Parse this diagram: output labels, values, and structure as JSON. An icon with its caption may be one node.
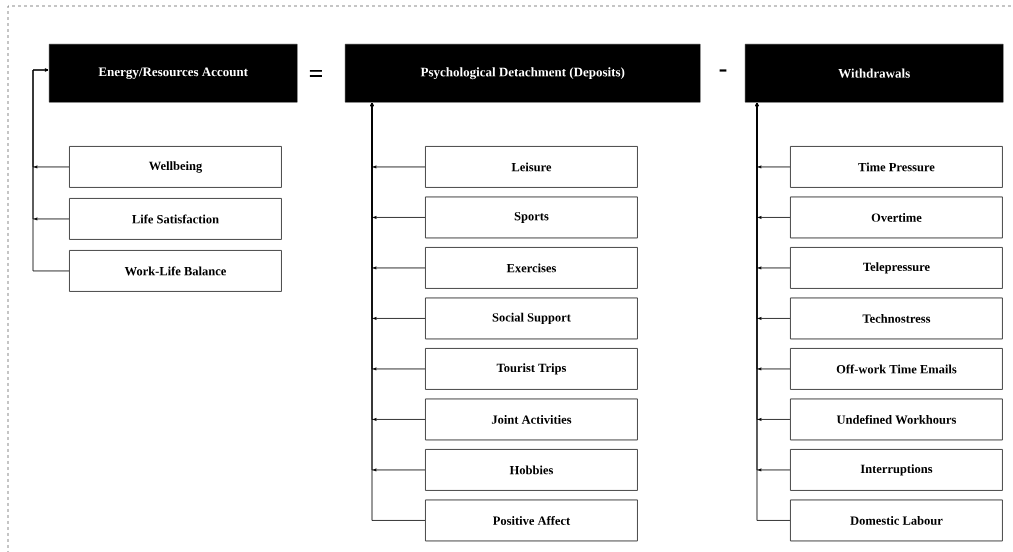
{
  "diagram": {
    "nodes": [
      {
        "text": [
          "Energy/Resources Account"
        ]
      },
      {
        "text": [
          "Psychological Detachment (Deposits)"
        ]
      },
      {
        "text": [
          "Withdrawals"
        ]
      },
      {
        "text": [
          "Wellbeing"
        ]
      },
      {
        "text": [
          "Life Satisfaction"
        ]
      },
      {
        "text": [
          "Work-Life Balance"
        ]
      },
      {
        "text": [
          "Leisure"
        ]
      },
      {
        "text": [
          "Sports"
        ]
      },
      {
        "text": [
          "Exercises"
        ]
      },
      {
        "text": [
          "Social Support"
        ]
      },
      {
        "text": [
          "Tourist Trips"
        ]
      },
      {
        "text": [
          "Joint Activities"
        ]
      },
      {
        "text": [
          "Hobbies"
        ]
      },
      {
        "text": [
          "Positive Affect"
        ]
      },
      {
        "text": [
          "Time Pressure"
        ]
      },
      {
        "text": [
          "Overtime"
        ]
      },
      {
        "text": [
          "Telepressure"
        ]
      },
      {
        "text": [
          "Technostress"
        ]
      },
      {
        "text": [
          "Off-work Time Emails"
        ]
      },
      {
        "text": [
          "Undefined Workhours"
        ]
      },
      {
        "text": [
          "Interruptions"
        ]
      },
      {
        "text": [
          "Domestic Labour"
        ]
      }
    ],
    "edges": [
      {
        "from": 3,
        "to": 0,
        "arrow": "to"
      },
      {
        "from": 4,
        "to": 0,
        "arrow": "to"
      },
      {
        "from": 5,
        "to": 0,
        "arrow": "to"
      },
      {
        "from": 6,
        "to": 1,
        "arrow": "to"
      },
      {
        "from": 7,
        "to": 1,
        "arrow": "to"
      },
      {
        "from": 8,
        "to": 1,
        "arrow": "to"
      },
      {
        "from": 9,
        "to": 1,
        "arrow": "to"
      },
      {
        "from": 10,
        "to": 1,
        "arrow": "to"
      },
      {
        "from": 11,
        "to": 1,
        "arrow": "to"
      },
      {
        "from": 12,
        "to": 1,
        "arrow": "to"
      },
      {
        "from": 13,
        "to": 1,
        "arrow": "to"
      },
      {
        "from": 14,
        "to": 2,
        "arrow": "to"
      },
      {
        "from": 15,
        "to": 2,
        "arrow": "to"
      },
      {
        "from": 16,
        "to": 2,
        "arrow": "to"
      },
      {
        "from": 17,
        "to": 2,
        "arrow": "to"
      },
      {
        "from": 18,
        "to": 2,
        "arrow": "to"
      },
      {
        "from": 19,
        "to": 2,
        "arrow": "to"
      },
      {
        "from": 20,
        "to": 2,
        "arrow": "to"
      },
      {
        "from": 21,
        "to": 2,
        "arrow": "to"
      }
    ],
    "labels": [
      "=",
      "-"
    ]
  }
}
